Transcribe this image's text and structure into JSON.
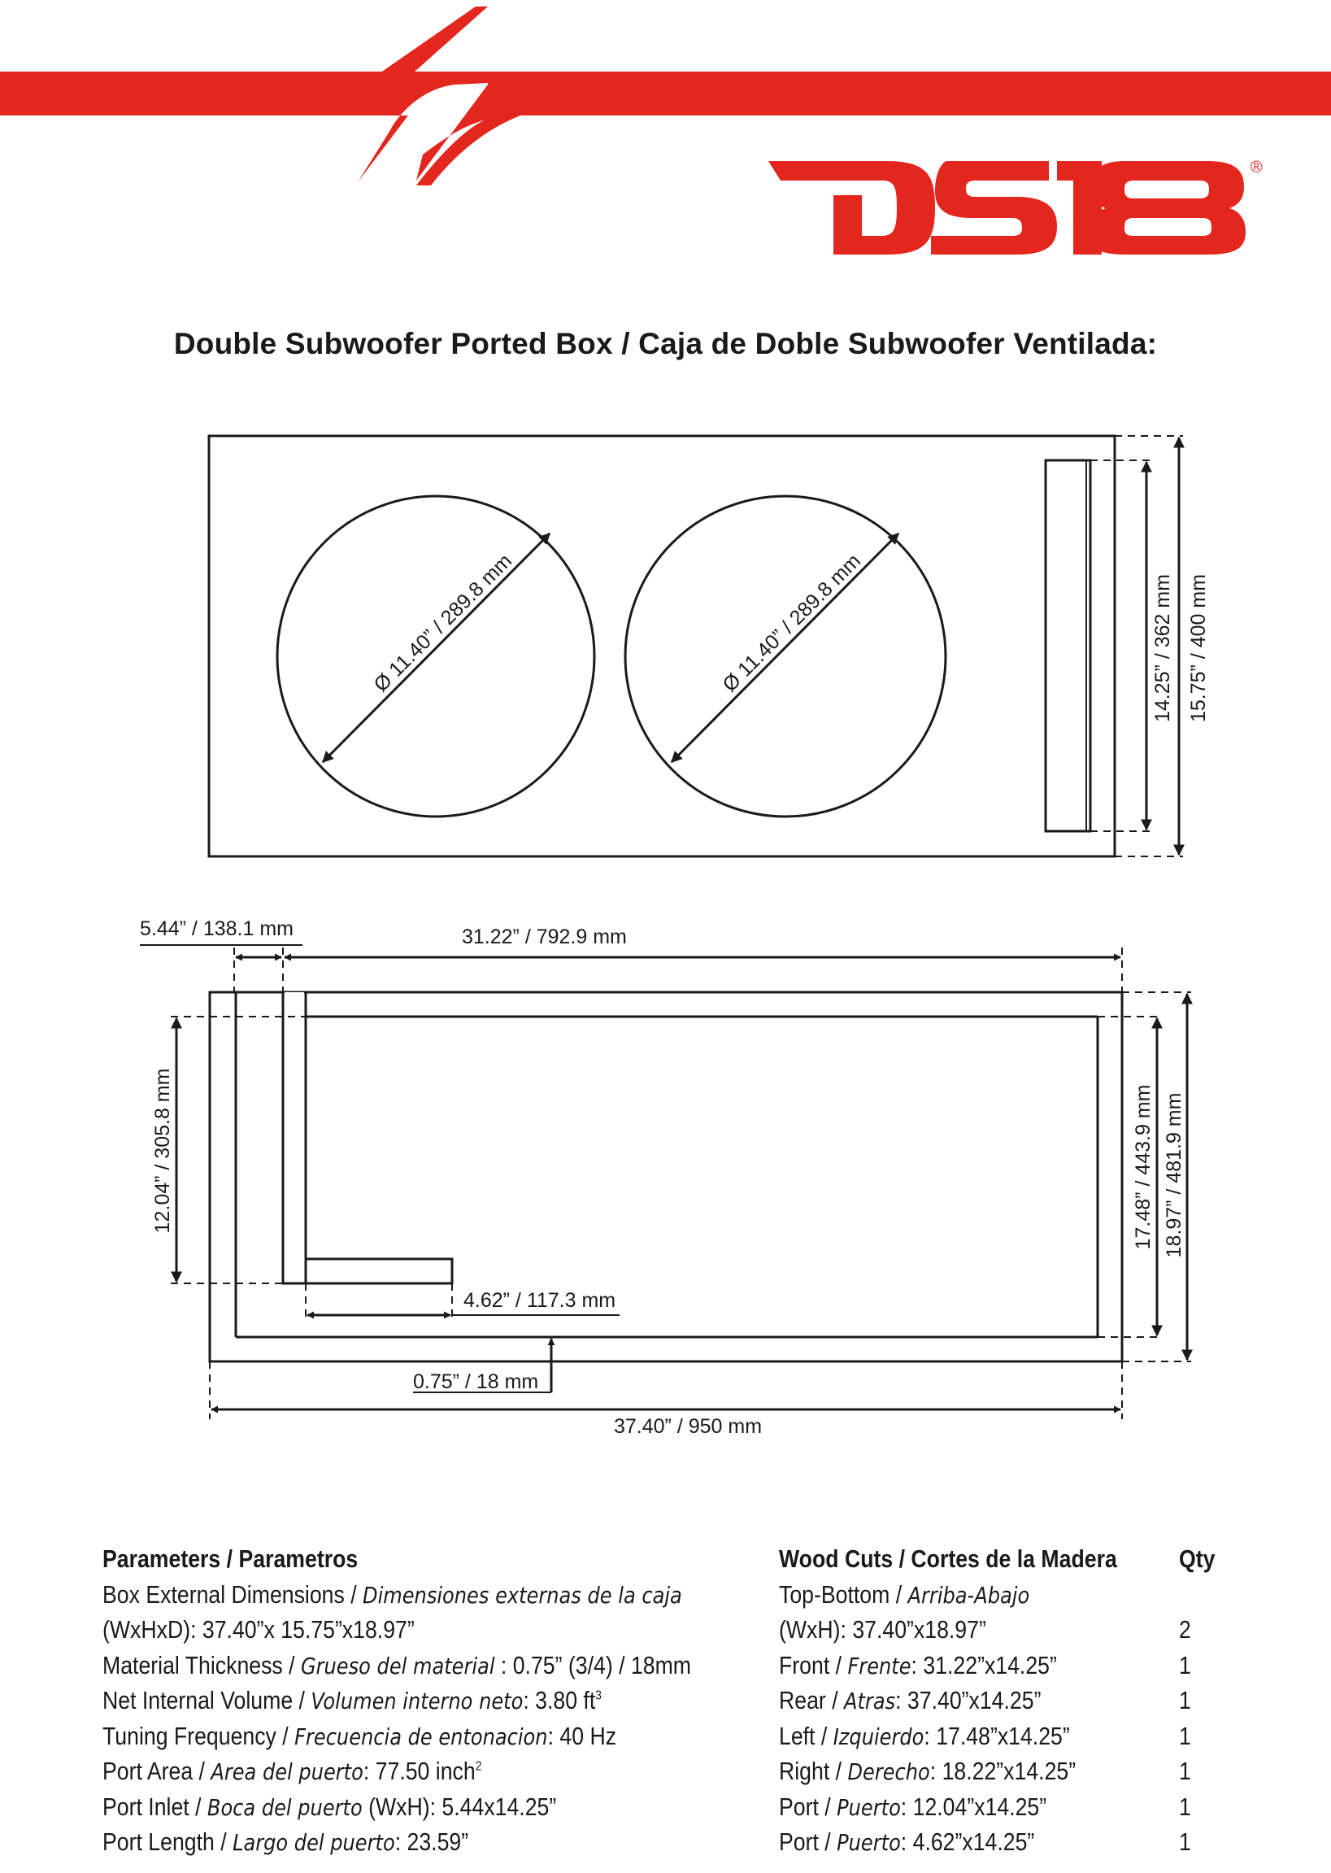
{
  "brand": {
    "logo_text": "DS18",
    "registered_mark": "®",
    "accent_color": "#e3261e"
  },
  "title": "Double Subwoofer Ported Box / Caja de Doble Subwoofer Ventilada:",
  "top_view": {
    "woofer_1_label": "Ø 11.40” / 289.8 mm",
    "woofer_2_label": "Ø 11.40” / 289.8 mm",
    "port_height_label": "14.25” / 362 mm",
    "box_height_label": "15.75” / 400 mm"
  },
  "side_view": {
    "port_width_label": "5.44” / 138.1 mm",
    "front_width_label": "31.22” / 792.9 mm",
    "port_length_label": "12.04” / 305.8 mm",
    "inner_depth_label": "17.48” / 443.9 mm",
    "outer_depth_label": "18.97” / 481.9  mm",
    "port_bend_label": "4.62” / 117.3 mm",
    "thickness_label": "0.75” / 18 mm",
    "total_width_label": "37.40” / 950 mm"
  },
  "parameters": {
    "header": "Parameters / Parametros",
    "rows": [
      {
        "en": "Box External Dimensions / ",
        "es": "Dimensiones externas de la caja",
        "value": ""
      },
      {
        "en": "(WxHxD): 37.40”x 15.75”x18.97”",
        "es": "",
        "value": ""
      },
      {
        "en": "Material Thickness  / ",
        "es": "Grueso del material",
        "value": " :  0.75” (3/4) / 18mm"
      },
      {
        "en": "Net Internal Volume / ",
        "es": "Volumen interno neto",
        "value": ": 3.80 ft",
        "sup": "3"
      },
      {
        "en": "Tuning Frequency / ",
        "es": "Frecuencia de entonacion",
        "value": ": 40 Hz"
      },
      {
        "en": "Port Area / ",
        "es": "Area del puerto",
        "value": ": 77.50 inch",
        "sup": "2"
      },
      {
        "en": "Port Inlet / ",
        "es": "Boca del puerto",
        "value": " (WxH): 5.44x14.25”"
      },
      {
        "en": "Port Length / ",
        "es": "Largo del puerto",
        "value": ": 23.59”"
      }
    ]
  },
  "wood_cuts": {
    "header": "Wood Cuts /  Cortes de la Madera",
    "qty_header": "Qty",
    "rows": [
      {
        "en": "Top-Bottom / ",
        "es": "Arriba-Abajo",
        "value": "",
        "qty": ""
      },
      {
        "en": "(WxH): 37.40”x18.97”",
        "es": "",
        "value": "",
        "qty": "2"
      },
      {
        "en": "Front / ",
        "es": "Frente",
        "value": ": 31.22”x14.25”",
        "qty": "1"
      },
      {
        "en": "Rear / ",
        "es": "Atras",
        "value": ": 37.40”x14.25”",
        "qty": "1"
      },
      {
        "en": "Left / ",
        "es": "Izquierdo",
        "value": ": 17.48”x14.25”",
        "qty": "1"
      },
      {
        "en": "Right / ",
        "es": "Derecho",
        "value": ": 18.22”x14.25”",
        "qty": "1"
      },
      {
        "en": "Port / ",
        "es": "Puerto",
        "value": ": 12.04”x14.25”",
        "qty": "1"
      },
      {
        "en": "Port / ",
        "es": "Puerto",
        "value": ": 4.62”x14.25”",
        "qty": "1"
      }
    ]
  }
}
